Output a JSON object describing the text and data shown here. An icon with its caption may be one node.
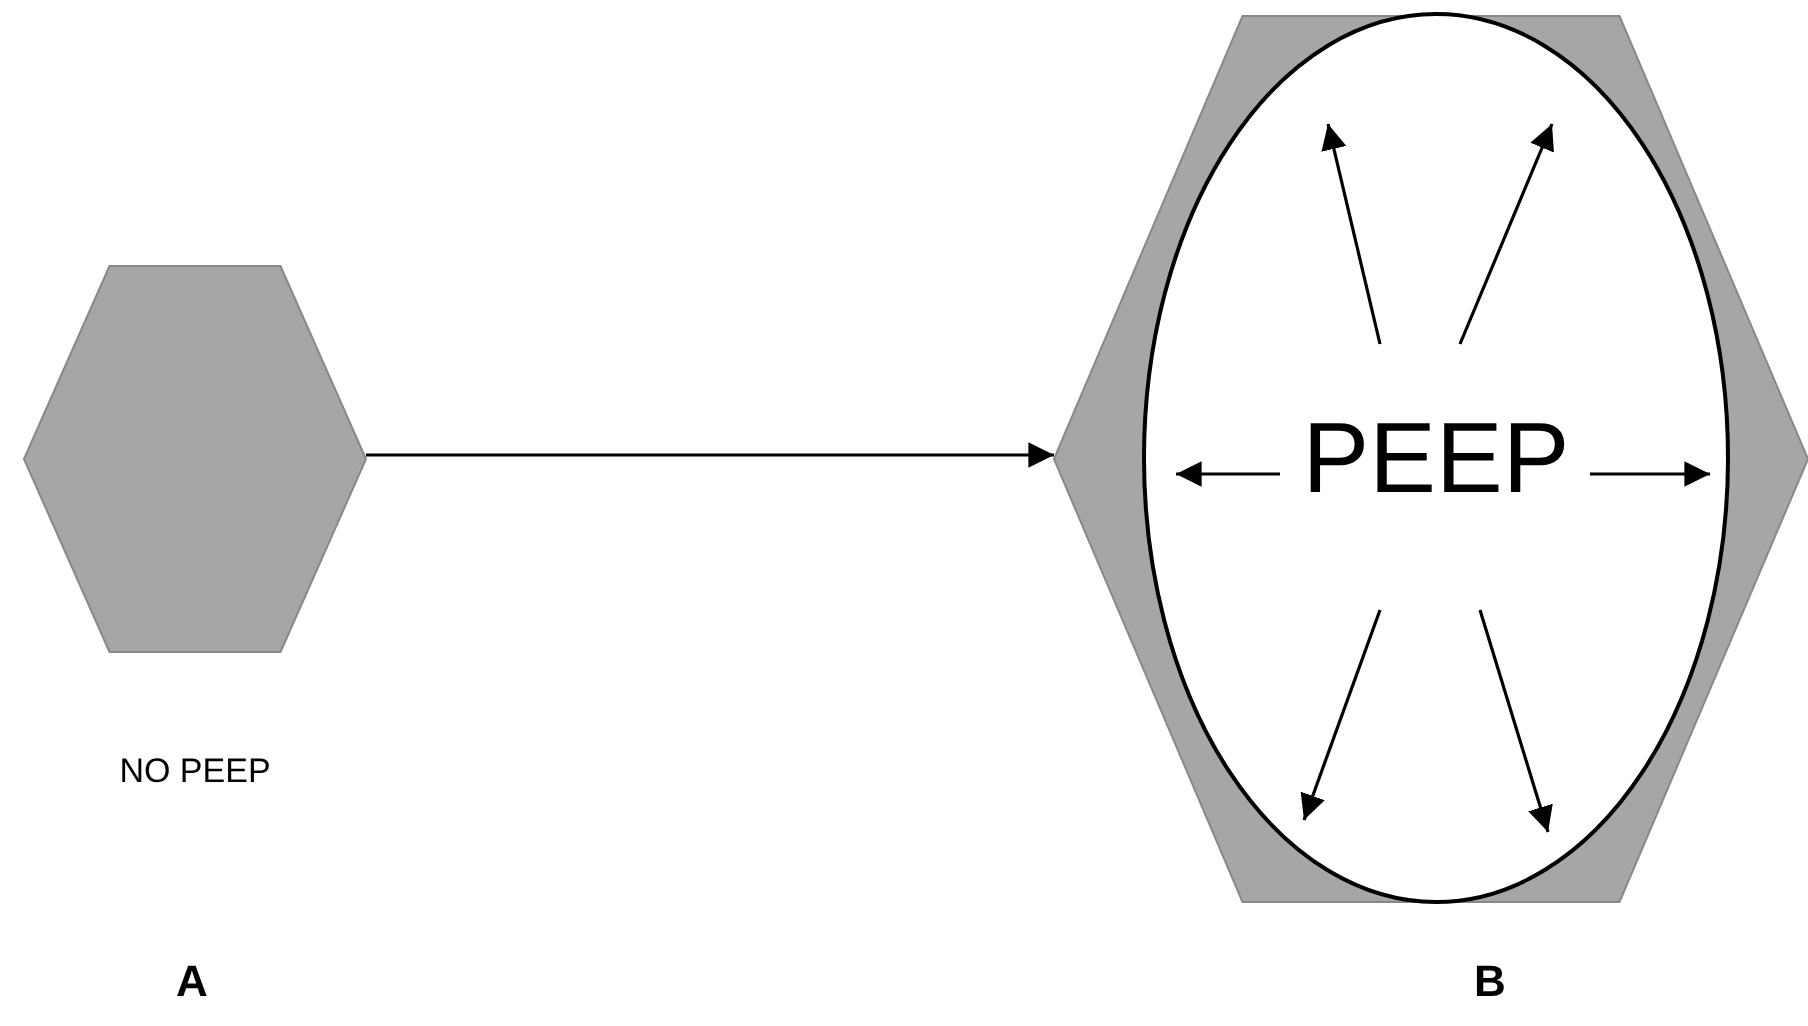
{
  "diagram": {
    "nodes": [
      {
        "text": [],
        "shape": "hexagon",
        "beside": [
          "NO PEEP"
        ]
      },
      {
        "text": [],
        "shape": "hexagon"
      },
      {
        "text": [
          "PEEP"
        ],
        "in": 1
      }
    ],
    "edges": [
      {
        "from": 0,
        "to": 1,
        "arrow": "to"
      }
    ],
    "labels": [
      "A",
      "B"
    ]
  }
}
